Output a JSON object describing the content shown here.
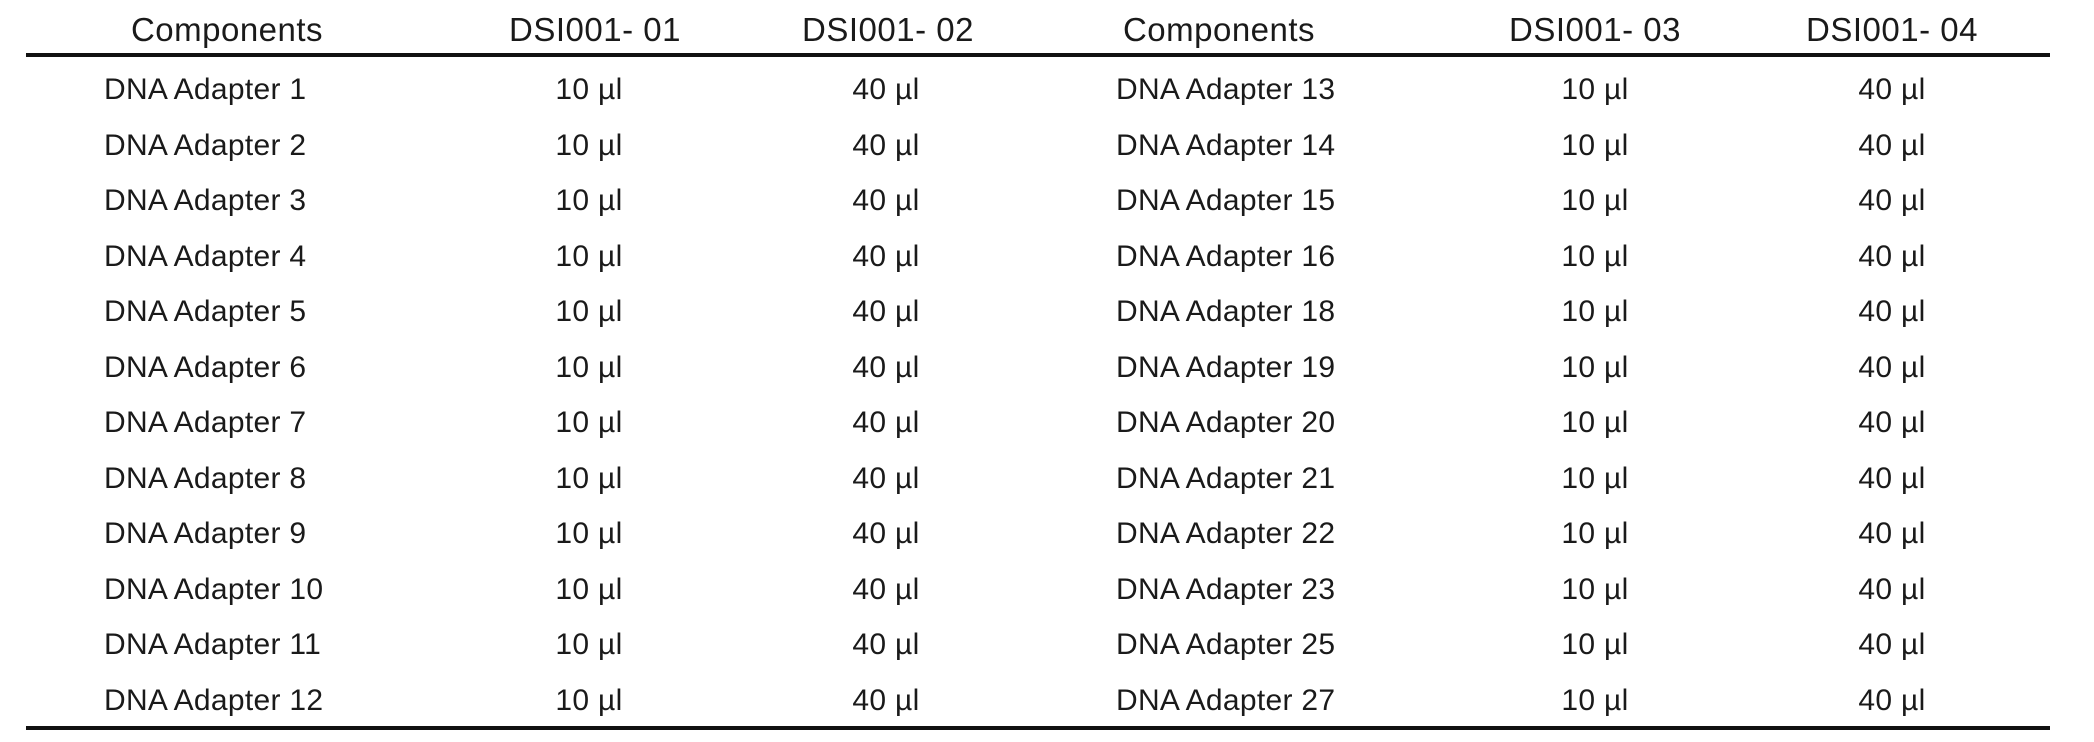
{
  "header": {
    "components_left": "Components",
    "col1": "DSI001- 01",
    "col2": "DSI001- 02",
    "components_right": "Components",
    "col3": "DSI001- 03",
    "col4": "DSI001- 04"
  },
  "rows": [
    {
      "left_name": "DNA Adapter 1",
      "v1": "10 µl",
      "v2": "40 µl",
      "right_name": "DNA Adapter 13",
      "v3": "10 µl",
      "v4": "40 µl"
    },
    {
      "left_name": "DNA Adapter 2",
      "v1": "10 µl",
      "v2": "40 µl",
      "right_name": "DNA Adapter 14",
      "v3": "10 µl",
      "v4": "40 µl"
    },
    {
      "left_name": "DNA Adapter 3",
      "v1": "10 µl",
      "v2": "40 µl",
      "right_name": "DNA Adapter 15",
      "v3": "10 µl",
      "v4": "40 µl"
    },
    {
      "left_name": "DNA Adapter 4",
      "v1": "10 µl",
      "v2": "40 µl",
      "right_name": "DNA Adapter 16",
      "v3": "10 µl",
      "v4": "40 µl"
    },
    {
      "left_name": "DNA Adapter 5",
      "v1": "10 µl",
      "v2": "40 µl",
      "right_name": "DNA Adapter 18",
      "v3": "10 µl",
      "v4": "40 µl"
    },
    {
      "left_name": "DNA Adapter 6",
      "v1": "10 µl",
      "v2": "40 µl",
      "right_name": "DNA Adapter 19",
      "v3": "10 µl",
      "v4": "40 µl"
    },
    {
      "left_name": "DNA Adapter 7",
      "v1": "10 µl",
      "v2": "40 µl",
      "right_name": "DNA Adapter 20",
      "v3": "10 µl",
      "v4": "40 µl"
    },
    {
      "left_name": "DNA Adapter 8",
      "v1": "10 µl",
      "v2": "40 µl",
      "right_name": "DNA Adapter 21",
      "v3": "10 µl",
      "v4": "40 µl"
    },
    {
      "left_name": "DNA Adapter 9",
      "v1": "10 µl",
      "v2": "40 µl",
      "right_name": "DNA Adapter 22",
      "v3": "10 µl",
      "v4": "40 µl"
    },
    {
      "left_name": "DNA Adapter 10",
      "v1": "10 µl",
      "v2": "40 µl",
      "right_name": "DNA Adapter 23",
      "v3": "10 µl",
      "v4": "40 µl"
    },
    {
      "left_name": "DNA Adapter 11",
      "v1": "10 µl",
      "v2": "40 µl",
      "right_name": "DNA Adapter 25",
      "v3": "10 µl",
      "v4": "40 µl"
    },
    {
      "left_name": "DNA Adapter 12",
      "v1": "10 µl",
      "v2": "40 µl",
      "right_name": "DNA Adapter 27",
      "v3": "10 µl",
      "v4": "40 µl"
    }
  ]
}
